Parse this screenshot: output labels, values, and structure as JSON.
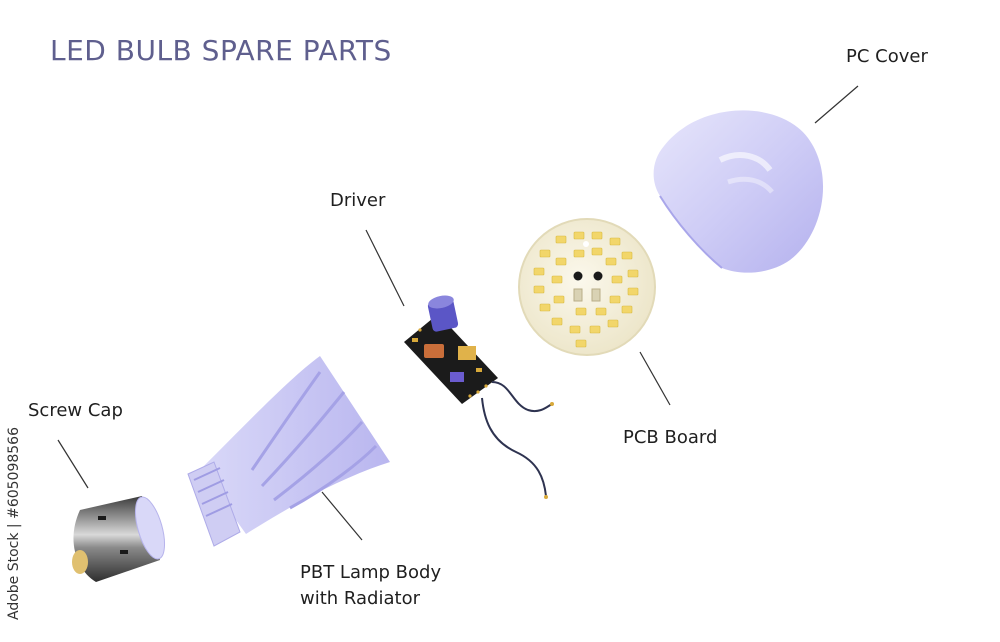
{
  "title": "LED BULB SPARE PARTS",
  "labels": {
    "pc_cover": "PC Cover",
    "driver": "Driver",
    "pcb_board": "PCB Board",
    "screw_cap": "Screw Cap",
    "lamp_body_line1": "PBT Lamp Body",
    "lamp_body_line2": "with Radiator"
  },
  "watermark": "Adobe Stock | #605098566",
  "colors": {
    "title": "#5f5f8e",
    "lavender": "#c9c7f5",
    "pcb": "#f6f1de",
    "led": "#f2d66a",
    "driver_board": "#1b1b1b",
    "capacitor": "#5b56c6"
  }
}
